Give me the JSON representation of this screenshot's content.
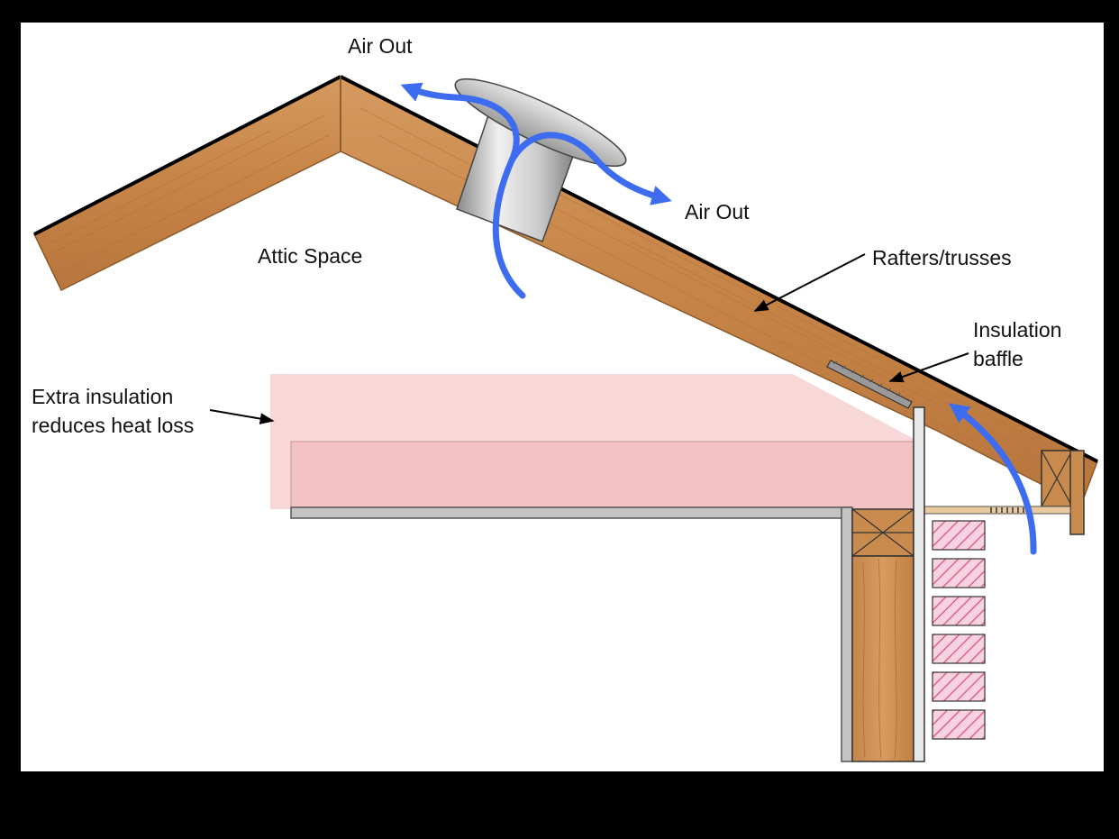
{
  "labels": {
    "air_out_top": "Air Out",
    "air_out_right": "Air Out",
    "attic_space": "Attic Space",
    "rafters": "Rafters/trusses",
    "baffle_line1": "Insulation",
    "baffle_line2": "baffle",
    "insulation_line1": "Extra insulation",
    "insulation_line2": "reduces heat loss"
  },
  "colors": {
    "frame": "#000000",
    "background": "#ffffff",
    "wood": "#c98a4e",
    "wood_dark": "#a86a35",
    "insulation": "#f3c9c9",
    "airflow": "#3d6cf0",
    "vent_metal": "#b8b8b8",
    "drywall": "#c4c4c4"
  },
  "icons": [
    "vent-icon",
    "airflow-arrow-icon",
    "baffle-icon",
    "brick-icon"
  ]
}
